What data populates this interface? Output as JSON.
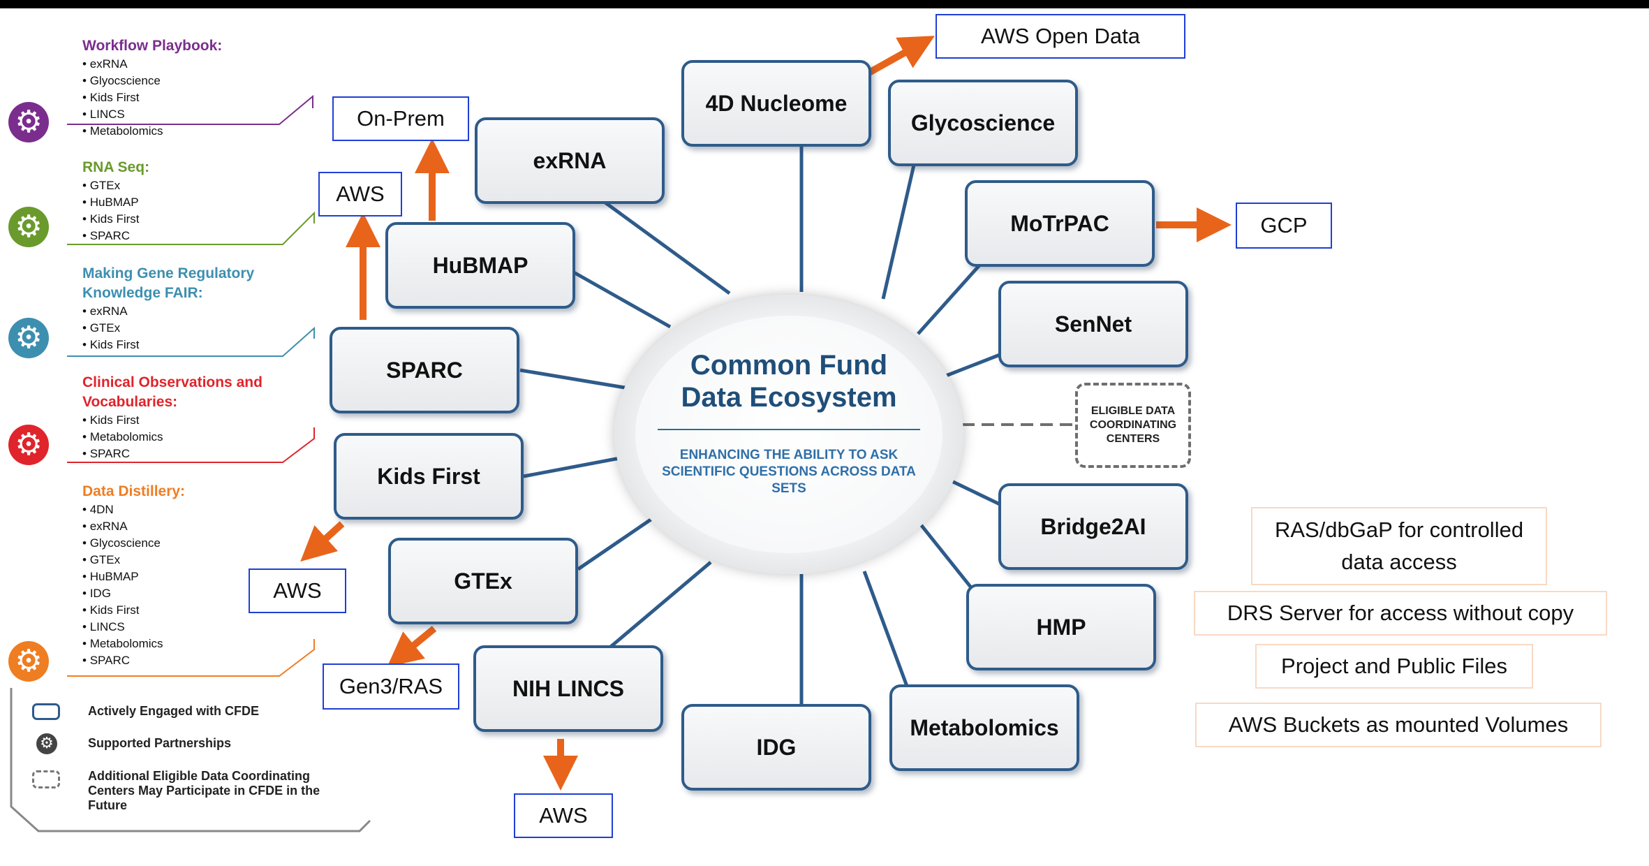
{
  "colors": {
    "node_border": "#2e5b8a",
    "edge": "#2e5b8a",
    "arrow": "#e8641b",
    "tag_border": "#1f3fd4",
    "feature_border": "#f7d9c4",
    "playbook": "#7b2d8e",
    "rnaseq": "#6a9a2c",
    "gene_reg": "#3d8fb0",
    "clinical": "#e0242b",
    "distillery": "#ef7d22",
    "hub_title": "#1f4e79"
  },
  "sidebar": {
    "categories": [
      {
        "title": "Workflow Playbook:",
        "items": [
          "exRNA",
          "Glyocscience",
          "Kids First",
          "LINCS",
          "Metabolomics"
        ],
        "icon": "gear-icon"
      },
      {
        "title": "RNA Seq:",
        "items": [
          "GTEx",
          "HuBMAP",
          "Kids First",
          "SPARC"
        ],
        "icon": "gear-icon"
      },
      {
        "title": "Making Gene Regulatory Knowledge FAIR:",
        "items": [
          "exRNA",
          "GTEx",
          "Kids First"
        ],
        "icon": "gear-icon"
      },
      {
        "title": "Clinical Observations and Vocabularies:",
        "items": [
          "Kids First",
          "Metabolomics",
          "SPARC"
        ],
        "icon": "gear-icon"
      },
      {
        "title": "Data Distillery:",
        "items": [
          "4DN",
          "exRNA",
          "Glycoscience",
          "GTEx",
          "HuBMAP",
          "IDG",
          "Kids First",
          "LINCS",
          "Metabolomics",
          "SPARC"
        ],
        "icon": "gear-icon"
      }
    ]
  },
  "legend": {
    "actively_engaged": "Actively Engaged with CFDE",
    "supported": "Supported Partnerships",
    "additional": "Additional Eligible Data Coordinating Centers May Participate in CFDE in the Future"
  },
  "hub": {
    "title_line1": "Common Fund",
    "title_line2": "Data Ecosystem",
    "tagline": "ENHANCING THE ABILITY TO ASK SCIENTIFIC QUESTIONS ACROSS DATA SETS"
  },
  "nodes": {
    "nucleome": "4D Nucleome",
    "glycoscience": "Glycoscience",
    "exrna": "exRNA",
    "motrpac": "MoTrPAC",
    "hubmap": "HuBMAP",
    "sennet": "SenNet",
    "sparc": "SPARC",
    "eligible": "ELIGIBLE DATA COORDINATING CENTERS",
    "kidsfirst": "Kids First",
    "bridge2ai": "Bridge2AI",
    "gtex": "GTEx",
    "hmp": "HMP",
    "lincs": "NIH LINCS",
    "metabolomics": "Metabolomics",
    "idg": "IDG"
  },
  "tags": {
    "aws_open_data": "AWS Open Data",
    "on_prem": "On-Prem",
    "aws_hubmap": "AWS",
    "gcp": "GCP",
    "aws_kidsfirst": "AWS",
    "gen3_ras": "Gen3/RAS",
    "aws_lincs": "AWS"
  },
  "features": [
    "RAS/dbGaP for controlled data access",
    "DRS Server for access without copy",
    "Project and Public Files",
    "AWS Buckets as mounted Volumes"
  ]
}
